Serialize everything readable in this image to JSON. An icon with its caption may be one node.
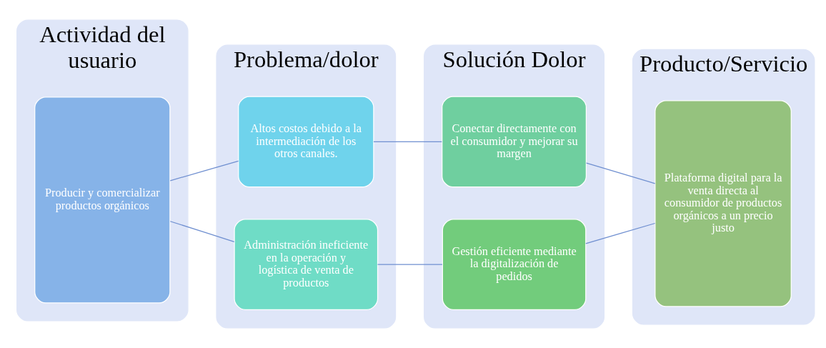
{
  "diagram": {
    "nodes": [
      {
        "text": [
          "Actividad del usuario"
        ]
      },
      {
        "text": [
          "Producir y comercializar productos orgánicos"
        ],
        "in": 0
      },
      {
        "text": [
          "Problema/dolor"
        ]
      },
      {
        "text": [
          "Altos costos debido a la intermediación de los otros canales."
        ],
        "in": 2
      },
      {
        "text": [
          "Administración ineficiente en la operación y logística de venta de productos"
        ],
        "in": 2
      },
      {
        "text": [
          "Solución Dolor"
        ]
      },
      {
        "text": [
          "Conectar directamente con el consumidor y mejorar su margen"
        ],
        "in": 5
      },
      {
        "text": [
          "Gestión eficiente mediante la digitalización de pedidos"
        ],
        "in": 5
      },
      {
        "text": [
          "Producto/Servicio"
        ]
      },
      {
        "text": [
          "Plataforma digital para la venta directa al consumidor de productos orgánicos a un precio justo"
        ],
        "in": 8
      }
    ],
    "edges": [
      {
        "from": 1,
        "to": 3,
        "arrow": "none"
      },
      {
        "from": 1,
        "to": 4,
        "arrow": "none"
      },
      {
        "from": 3,
        "to": 6,
        "arrow": "none"
      },
      {
        "from": 4,
        "to": 7,
        "arrow": "none"
      },
      {
        "from": 6,
        "to": 9,
        "arrow": "none"
      },
      {
        "from": 7,
        "to": 9,
        "arrow": "none"
      }
    ]
  }
}
